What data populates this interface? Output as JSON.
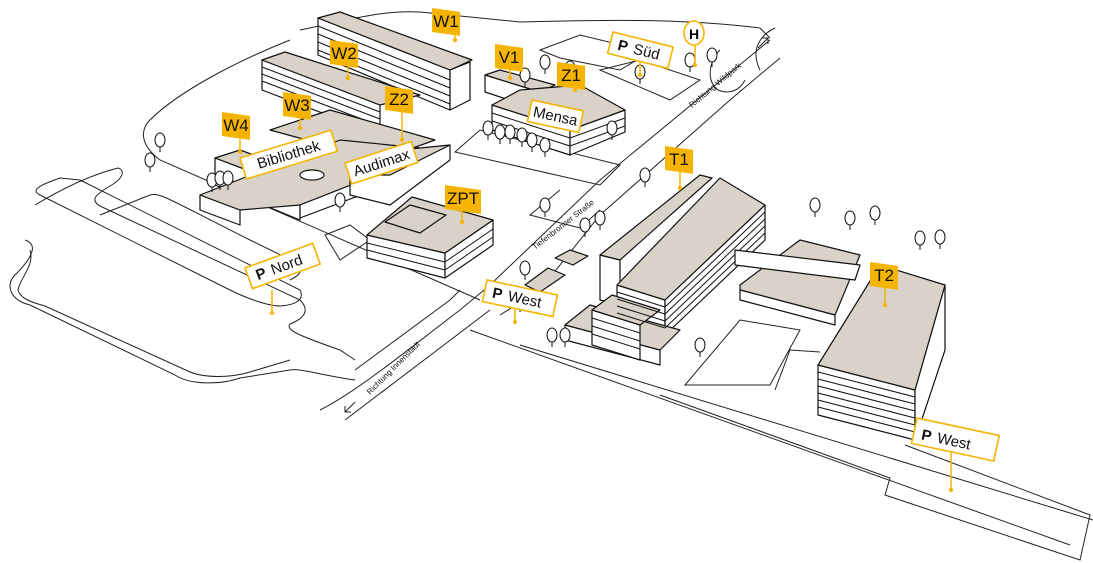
{
  "map": {
    "title": "Campus map",
    "colors": {
      "accent": "#f5b400",
      "roof": "#d8d2c9",
      "line": "#111111"
    },
    "buildings": [
      {
        "id": "W1",
        "label": "W1"
      },
      {
        "id": "W2",
        "label": "W2"
      },
      {
        "id": "W3",
        "label": "W3"
      },
      {
        "id": "W4",
        "label": "W4"
      },
      {
        "id": "Z1",
        "label": "Z1"
      },
      {
        "id": "Z2",
        "label": "Z2"
      },
      {
        "id": "V1",
        "label": "V1"
      },
      {
        "id": "ZPT",
        "label": "ZPT"
      },
      {
        "id": "T1",
        "label": "T1"
      },
      {
        "id": "T2",
        "label": "T2"
      }
    ],
    "places": [
      {
        "id": "bibliothek",
        "label": "Bibliothek"
      },
      {
        "id": "audimax",
        "label": "Audimax"
      },
      {
        "id": "mensa",
        "label": "Mensa"
      }
    ],
    "parking": [
      {
        "id": "sued",
        "p": "P",
        "label": "Süd"
      },
      {
        "id": "nord",
        "p": "P",
        "label": "Nord"
      },
      {
        "id": "west1",
        "p": "P",
        "label": "West"
      },
      {
        "id": "west2",
        "p": "P",
        "label": "West"
      }
    ],
    "bus_stop": {
      "label": "H"
    },
    "streets": {
      "tiefenbronner": "Tiefenbronner Straße",
      "wildpark": "Richtung Wildpark",
      "innenstadt": "Richtung Innenstadt"
    }
  }
}
